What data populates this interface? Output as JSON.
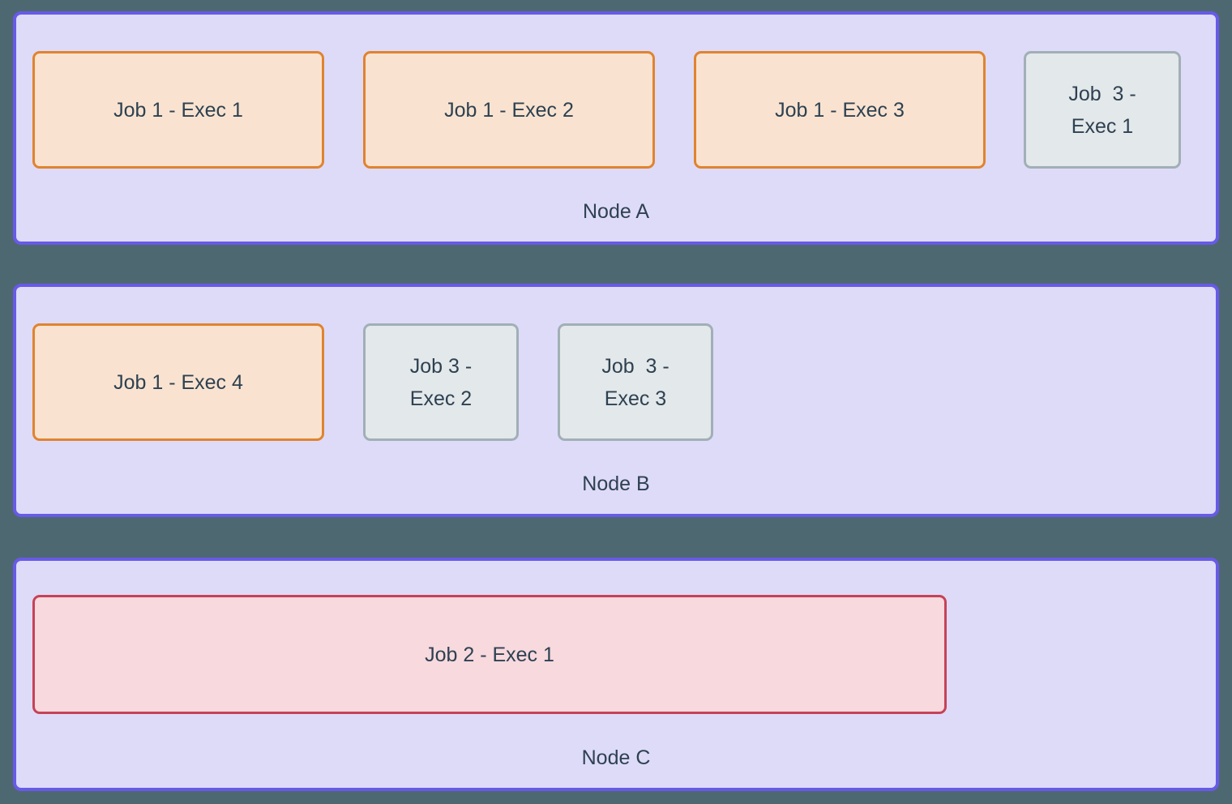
{
  "colors": {
    "background": "#4e6872",
    "node_fill": "#dedbf8",
    "node_border": "#685ae8",
    "job1_fill": "#f9e3d0",
    "job1_border": "#e0832f",
    "job2_fill": "#f7d9de",
    "job2_border": "#c64257",
    "job3_fill": "#e3e8ea",
    "job3_border": "#a1afb7",
    "text": "#2e4151"
  },
  "nodes": [
    {
      "label": "Node A",
      "executors": [
        {
          "label": "Job 1 - Exec 1",
          "job": "job-1"
        },
        {
          "label": "Job 1 - Exec 2",
          "job": "job-1"
        },
        {
          "label": "Job 1 - Exec 3",
          "job": "job-1"
        },
        {
          "label": "Job  3 -\nExec 1",
          "job": "job-3"
        }
      ]
    },
    {
      "label": "Node B",
      "executors": [
        {
          "label": "Job 1 - Exec 4",
          "job": "job-1"
        },
        {
          "label": "Job 3 -\nExec 2",
          "job": "job-3"
        },
        {
          "label": "Job  3 -\nExec 3",
          "job": "job-3"
        }
      ]
    },
    {
      "label": "Node C",
      "executors": [
        {
          "label": "Job 2 - Exec 1",
          "job": "job-2"
        }
      ]
    }
  ]
}
